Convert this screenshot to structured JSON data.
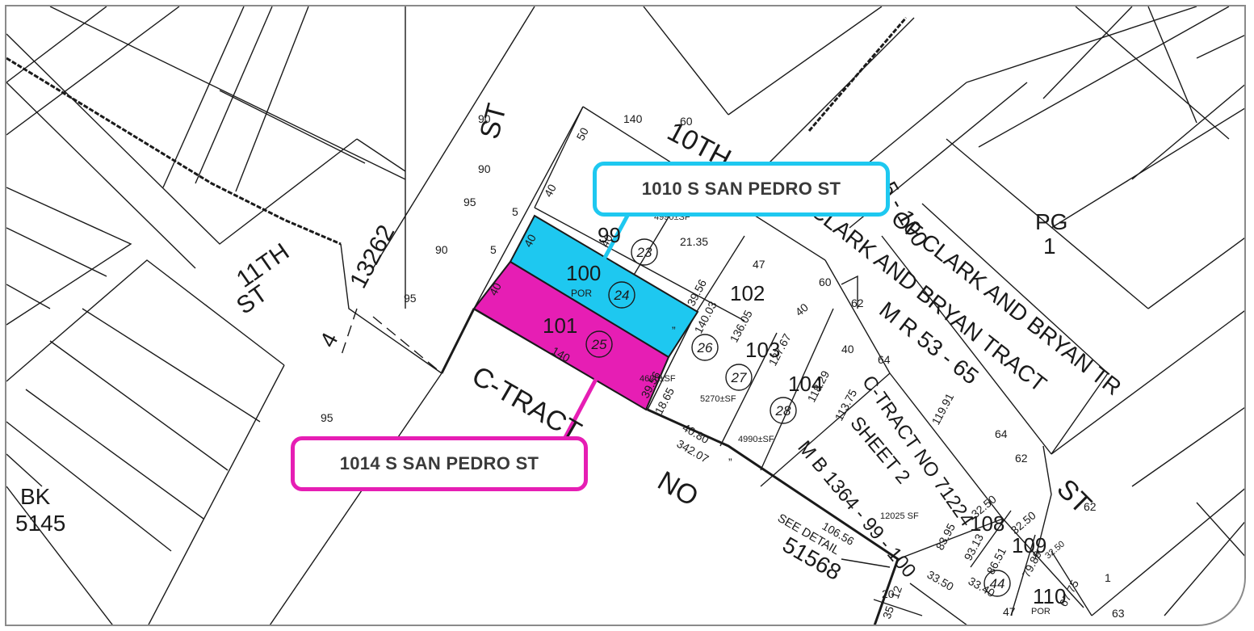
{
  "colors": {
    "highlight_1010": "#1ec8f0",
    "highlight_1014": "#e61eb4",
    "lines": "#1a1a1a",
    "frame": "#8a8a8a"
  },
  "callouts": {
    "lot_100": "1010 S SAN PEDRO ST",
    "lot_101": "1014 S SAN PEDRO ST"
  },
  "streets": {
    "st_label": "ST",
    "tenth": "10TH",
    "eleventh_a": "11TH",
    "eleventh_b": "ST",
    "num_13262": "13262",
    "num_4": "4",
    "c_tract": "C-TRACT",
    "no": "NO",
    "st_right": "ST",
    "book_label": "BK",
    "book_number": "5145",
    "pg_label": "PG",
    "pg_number": "1"
  },
  "tracts": {
    "t1": "OF CLARK AND BRYAN TR",
    "t2": "CLARK AND BRYAN TRACT",
    "t3": "M R 53 - 65",
    "t4": "5 - 100",
    "c_tract_no": "C-TRACT NO 71224",
    "sheet": "SHEET 2",
    "mb": "M B 1364 - 99 - 100",
    "see_detail": "SEE DETAIL",
    "detail_number": "51568"
  },
  "parcels": {
    "p99": "99",
    "p100": "100",
    "p101": "101",
    "p102": "102",
    "p103": "103",
    "p104": "104",
    "p108": "108",
    "p109": "109",
    "p110": "110",
    "por_label": "POR",
    "por_label_2": "POR",
    "c23": "23",
    "c24": "24",
    "c25": "25",
    "c26": "26",
    "c27": "27",
    "c28": "28",
    "c44": "44"
  },
  "dimensions": {
    "d90a": "90",
    "d90b": "90",
    "d95a": "95",
    "d90c": "90",
    "d95b": "95",
    "d95c": "95",
    "d60a": "60",
    "d50": "50",
    "d40a": "40",
    "d40b": "40",
    "d40c": "40",
    "d40d": "40",
    "d5a": "5",
    "d5b": "5",
    "d140a": "140",
    "d140b": "140",
    "d3956a": "39.56",
    "d3956b": "39.56",
    "d14003": "140.03",
    "d13605": "136.05",
    "d12767": "127.67",
    "d11829": "118.29",
    "d2135": "21.35",
    "d1865": "18.65",
    "d4080": "40.80",
    "d34207": "342.07",
    "d10656": "106.56",
    "d11375": "113.75",
    "d11991": "119.91",
    "d8395": "83.95",
    "d9313": "93.13",
    "d8651": "86.51",
    "d7989": "79.89",
    "d3250a": "32.50",
    "d3250b": "32.50",
    "d3250c": "32.50",
    "d3350": "33.50",
    "d3340": "33.40",
    "d6775": "67.75",
    "d47a": "47",
    "d47b": "47",
    "d60b": "60",
    "d62a": "62",
    "d64a": "64",
    "d64b": "64",
    "d62b": "62",
    "d62c": "62",
    "d63": "63",
    "d40e": "40",
    "d40f": "40",
    "d20": "20",
    "d12": "12",
    "d35": "35",
    "d1": "1",
    "sf4990a": "4990±SF",
    "sf4620": "4620±SF",
    "sf5270": "5270±SF",
    "sf4990b": "4990±SF",
    "sf12025": "12025 SF",
    "ditto": "”",
    "ditto2": "”"
  }
}
